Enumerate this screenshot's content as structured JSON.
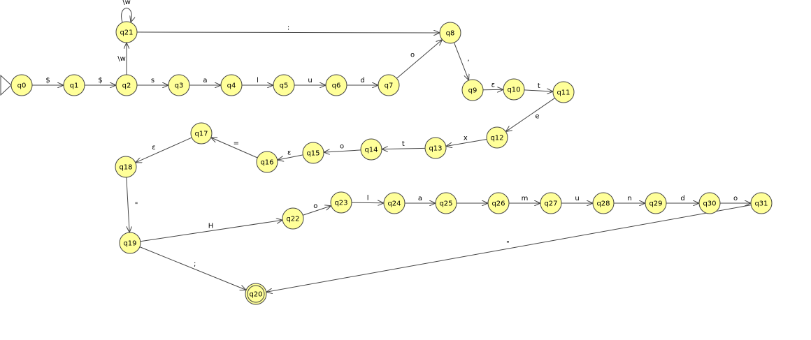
{
  "colors": {
    "state_fill": "#ffff99",
    "stroke": "#444444",
    "text": "#000000"
  },
  "initial_state": "q0",
  "final_states": [
    "q20"
  ],
  "states": [
    "q0",
    "q1",
    "q2",
    "q3",
    "q4",
    "q5",
    "q6",
    "q7",
    "q8",
    "q9",
    "q10",
    "q11",
    "q12",
    "q13",
    "q14",
    "q15",
    "q16",
    "q17",
    "q18",
    "q19",
    "q20",
    "q21",
    "q22",
    "q23",
    "q24",
    "q25",
    "q26",
    "q27",
    "q28",
    "q29",
    "q30",
    "q31"
  ],
  "transitions": [
    {
      "from": "q0",
      "to": "q1",
      "label": "$"
    },
    {
      "from": "q1",
      "to": "q2",
      "label": "$"
    },
    {
      "from": "q2",
      "to": "q3",
      "label": "s"
    },
    {
      "from": "q3",
      "to": "q4",
      "label": "a"
    },
    {
      "from": "q4",
      "to": "q5",
      "label": "l"
    },
    {
      "from": "q5",
      "to": "q6",
      "label": "u"
    },
    {
      "from": "q6",
      "to": "q7",
      "label": "d"
    },
    {
      "from": "q7",
      "to": "q8",
      "label": "o"
    },
    {
      "from": "q2",
      "to": "q21",
      "label": "\\w"
    },
    {
      "from": "q21",
      "to": "q21",
      "label": "\\w"
    },
    {
      "from": "q21",
      "to": "q8",
      "label": ":"
    },
    {
      "from": "q8",
      "to": "q9",
      "label": ","
    },
    {
      "from": "q9",
      "to": "q10",
      "label": "ε"
    },
    {
      "from": "q10",
      "to": "q11",
      "label": "t"
    },
    {
      "from": "q11",
      "to": "q12",
      "label": "e"
    },
    {
      "from": "q12",
      "to": "q13",
      "label": "x"
    },
    {
      "from": "q13",
      "to": "q14",
      "label": "t"
    },
    {
      "from": "q14",
      "to": "q15",
      "label": "o"
    },
    {
      "from": "q15",
      "to": "q16",
      "label": "ε"
    },
    {
      "from": "q16",
      "to": "q17",
      "label": "="
    },
    {
      "from": "q17",
      "to": "q18",
      "label": "ε"
    },
    {
      "from": "q18",
      "to": "q19",
      "label": "\""
    },
    {
      "from": "q19",
      "to": "q22",
      "label": "H"
    },
    {
      "from": "q19",
      "to": "q20",
      "label": ";"
    },
    {
      "from": "q22",
      "to": "q23",
      "label": "o"
    },
    {
      "from": "q23",
      "to": "q24",
      "label": "l"
    },
    {
      "from": "q24",
      "to": "q25",
      "label": "a"
    },
    {
      "from": "q25",
      "to": "q26",
      "label": " "
    },
    {
      "from": "q26",
      "to": "q27",
      "label": "m"
    },
    {
      "from": "q27",
      "to": "q28",
      "label": "u"
    },
    {
      "from": "q28",
      "to": "q29",
      "label": "n"
    },
    {
      "from": "q29",
      "to": "q30",
      "label": "d"
    },
    {
      "from": "q30",
      "to": "q31",
      "label": "o"
    },
    {
      "from": "q31",
      "to": "q20",
      "label": "\""
    }
  ]
}
